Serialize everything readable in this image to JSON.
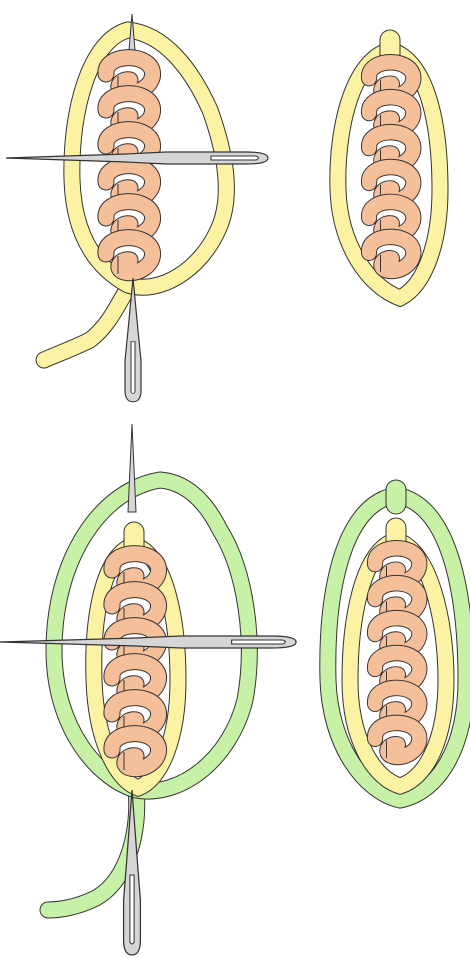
{
  "colors": {
    "background": "#ffffff",
    "core_chain": "#f5bf9a",
    "yellow_thread": "#fbf3a3",
    "green_thread": "#c7f1a6",
    "needle": "#d6d6d6",
    "outline": "#333333"
  },
  "panels": [
    {
      "name": "step-1-yellow-weave-with-needles",
      "icon": "needle-weaving"
    },
    {
      "name": "step-2-yellow-loop-finished",
      "icon": "finished-loop"
    },
    {
      "name": "step-3-green-weave-with-needles",
      "icon": "needle-weaving"
    },
    {
      "name": "step-4-green-loop-finished",
      "icon": "finished-loop"
    }
  ]
}
